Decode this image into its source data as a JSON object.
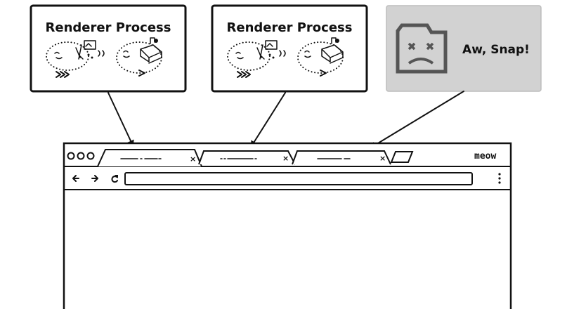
{
  "boxes": [
    {
      "title": "Renderer Process"
    },
    {
      "title": "Renderer Process"
    }
  ],
  "crash_box": {
    "title": "Aw, Snap!"
  },
  "browser": {
    "menu_text": "meow",
    "nav_icons": [
      "back-arrow-icon",
      "forward-arrow-icon",
      "reload-icon",
      "more-vert-icon"
    ],
    "tabs": [
      {
        "close": "×"
      },
      {
        "close": "×"
      },
      {
        "close": "×"
      }
    ]
  },
  "colors": {
    "crash_bg": "#d2d2d2",
    "ink": "#111111",
    "paper": "#ffffff"
  }
}
